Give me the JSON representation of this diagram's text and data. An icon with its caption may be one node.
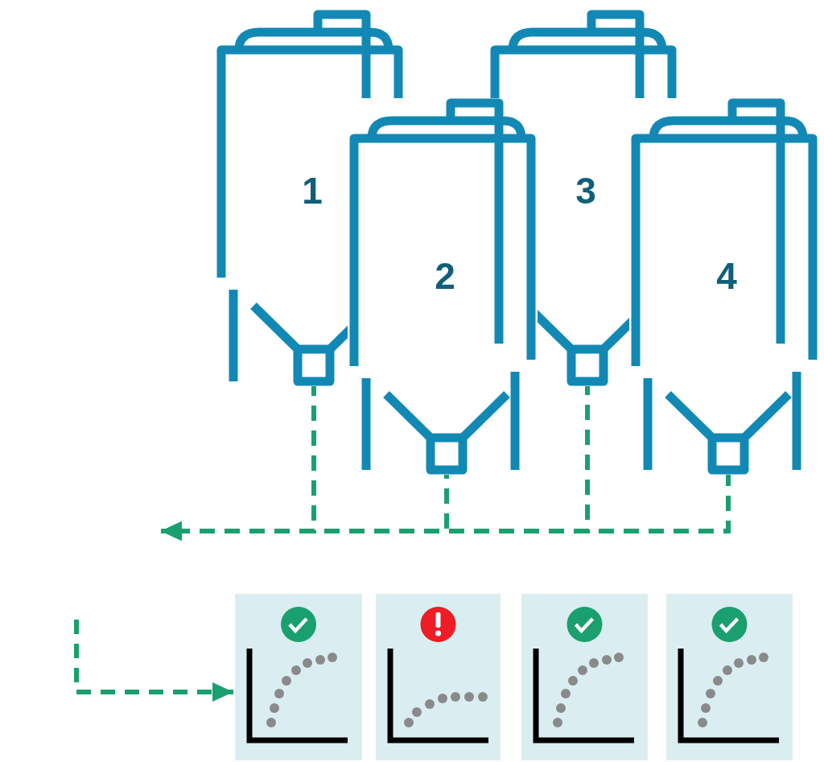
{
  "diagram": {
    "nodes": [
      {
        "text": [
          "1"
        ]
      },
      {
        "text": [
          "2"
        ]
      },
      {
        "text": [
          "3"
        ]
      },
      {
        "text": [
          "4"
        ]
      },
      {
        "text": [],
        "shape": "box"
      },
      {
        "text": [],
        "shape": "box"
      },
      {
        "text": [],
        "shape": "box"
      },
      {
        "text": [],
        "shape": "box"
      }
    ],
    "edges": [
      {
        "from": 0,
        "to": null,
        "arrow": "to",
        "style": "dashed"
      },
      {
        "from": 1,
        "to": null,
        "arrow": "to",
        "style": "dashed"
      },
      {
        "from": 2,
        "to": null,
        "arrow": "to",
        "style": "dashed"
      },
      {
        "from": 3,
        "to": null,
        "arrow": "to",
        "style": "dashed"
      },
      {
        "from": null,
        "to": 4,
        "arrow": "to",
        "style": "dashed"
      }
    ]
  }
}
